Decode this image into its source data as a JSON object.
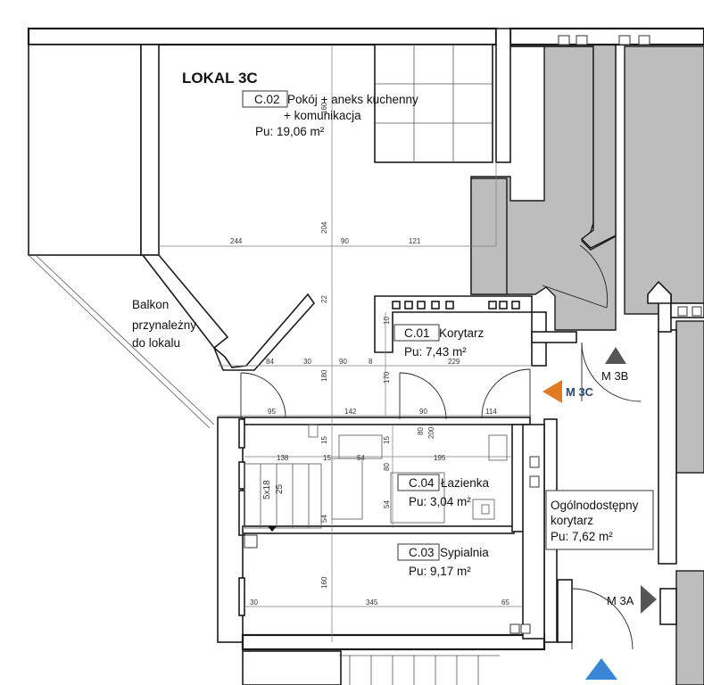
{
  "title": "LOKAL 3C",
  "rooms": {
    "c02": {
      "code": "C.02",
      "name": "Pokój + aneks kuchenny",
      "name2": "+ komunikacja",
      "area": "Pu: 19,06 m²"
    },
    "c01": {
      "code": "C.01",
      "name": "Korytarz",
      "area": "Pu: 7,43 m²"
    },
    "c04": {
      "code": "C.04",
      "name": "Łazienka",
      "area": "Pu: 3,04 m²"
    },
    "c03": {
      "code": "C.03",
      "name": "Sypialnia",
      "area": "Pu: 9,17 m²"
    },
    "corridor": {
      "line1": "Ogólnodostępny",
      "line2": "korytarz",
      "area": "Pu: 7,62 m²"
    }
  },
  "balcony": {
    "line1": "Balkon",
    "line2": "przynależny",
    "line3": "do lokalu"
  },
  "markers": {
    "m3c": "M 3C",
    "m3b": "M 3B",
    "m3a": "M 3A"
  },
  "marker_colors": {
    "m3c": "#e07b22",
    "m3b": "#555555",
    "m3a": "#555555",
    "blue": "#3a86d6"
  },
  "stairs": {
    "label": "5x18",
    "sub": "25"
  },
  "dimensions": {
    "d244": "244",
    "d90a": "90",
    "d121": "121",
    "d204": "204",
    "d22": "22",
    "d160": "160",
    "d84": "84",
    "d30a": "30",
    "d90b": "90",
    "d8": "8",
    "d229": "229",
    "d180": "180",
    "d170": "170",
    "d10": "10",
    "d95": "95",
    "d142": "142",
    "d90c": "90",
    "d114": "114",
    "d80": "80",
    "d200": "200",
    "d138": "138",
    "d15a": "15",
    "d54a": "54",
    "d195": "195",
    "d80b": "80",
    "d15b": "15",
    "d15c": "15",
    "d54b": "54",
    "d54c": "54",
    "d30b": "30",
    "d345": "345",
    "d65": "65",
    "d160b": "160"
  }
}
